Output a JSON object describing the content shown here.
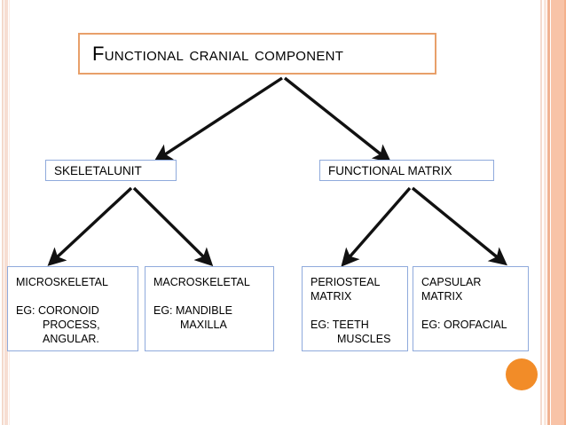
{
  "slide": {
    "background_color": "#ffffff",
    "accent_color": "#F28C28",
    "title_border_color": "#E8A06A",
    "box_border_color": "#8FAADC"
  },
  "title": {
    "text": "Functional cranial component"
  },
  "level2": {
    "left": {
      "label": "SKELETALUNIT"
    },
    "right": {
      "label": "FUNCTIONAL MATRIX"
    }
  },
  "level3": [
    {
      "heading": "MICROSKELETAL",
      "example_line1": "EG: CORONOID",
      "example_line2": "PROCESS,",
      "example_line3": "ANGULAR."
    },
    {
      "heading": "MACROSKELETAL",
      "example_line1": "EG: MANDIBLE",
      "example_line2": "MAXILLA",
      "example_line3": ""
    },
    {
      "heading": "PERIOSTEAL\nMATRIX",
      "example_line1": "EG: TEETH",
      "example_line2": "MUSCLES",
      "example_line3": ""
    },
    {
      "heading": "CAPSULAR\nMATRIX",
      "example_line1": "EG: OROFACIAL",
      "example_line2": "",
      "example_line3": ""
    }
  ],
  "decorations": {
    "orange_dot": "accent-circle",
    "edge_stripes": "vertical-stripe-band"
  }
}
